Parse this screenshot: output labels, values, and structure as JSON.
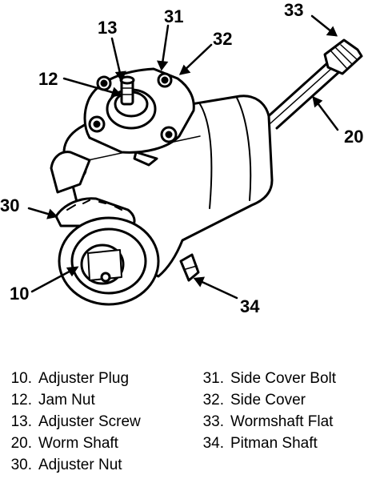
{
  "diagram": {
    "callouts": [
      {
        "id": "c33",
        "label": "33"
      },
      {
        "id": "c13",
        "label": "13"
      },
      {
        "id": "c31",
        "label": "31"
      },
      {
        "id": "c32",
        "label": "32"
      },
      {
        "id": "c12",
        "label": "12"
      },
      {
        "id": "c20",
        "label": "20"
      },
      {
        "id": "c30",
        "label": "30"
      },
      {
        "id": "c10",
        "label": "10"
      },
      {
        "id": "c34",
        "label": "34"
      }
    ],
    "legend_left": [
      {
        "num": "10.",
        "text": "Adjuster Plug"
      },
      {
        "num": "12.",
        "text": "Jam Nut"
      },
      {
        "num": "13.",
        "text": "Adjuster Screw"
      },
      {
        "num": "20.",
        "text": "Worm Shaft"
      },
      {
        "num": "30.",
        "text": "Adjuster Nut"
      }
    ],
    "legend_right": [
      {
        "num": "31.",
        "text": "Side Cover Bolt"
      },
      {
        "num": "32.",
        "text": "Side Cover"
      },
      {
        "num": "33.",
        "text": "Wormshaft Flat"
      },
      {
        "num": "34.",
        "text": "Pitman Shaft"
      }
    ]
  }
}
